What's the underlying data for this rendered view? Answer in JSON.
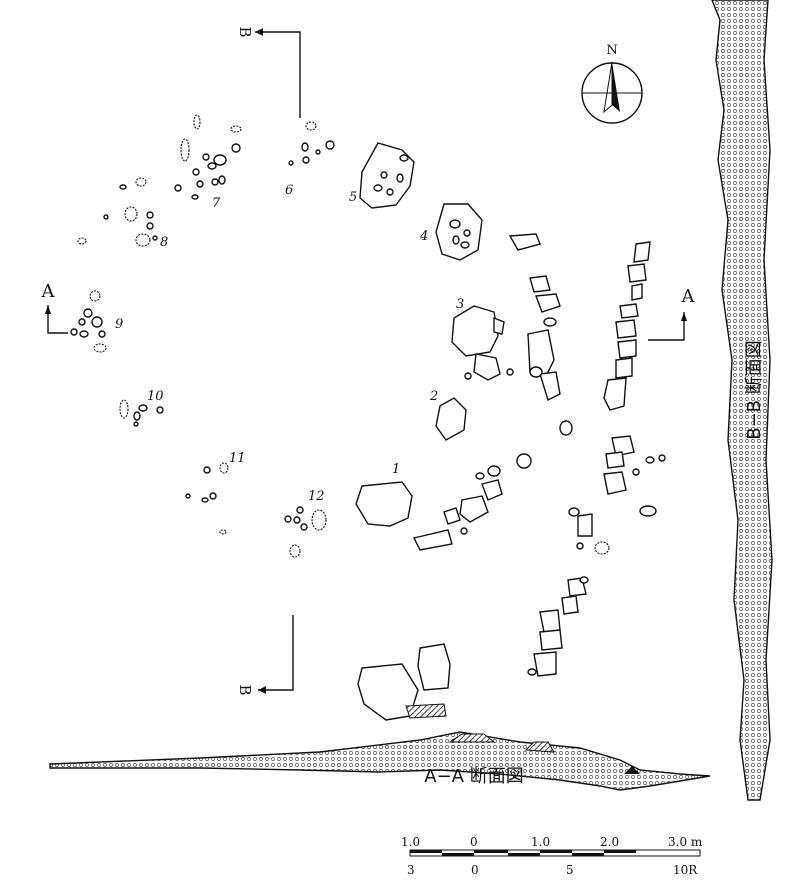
{
  "section_labels": {
    "b_top": "B",
    "b_bottom": "B",
    "a_left": "A",
    "a_right": "A",
    "north": "N"
  },
  "feature_numbers": [
    "1",
    "2",
    "3",
    "4",
    "5",
    "6",
    "7",
    "8",
    "9",
    "10",
    "11",
    "12"
  ],
  "profiles": {
    "aa_caption": "A−A 断面図",
    "bb_caption": "B−B 断面図"
  },
  "scale_bar": {
    "top_labels": [
      "1.0",
      "0",
      "1.0",
      "2.0",
      "3.0 m"
    ],
    "bottom_labels": [
      "3",
      "0",
      "5",
      "10R"
    ]
  },
  "colors": {
    "ink": "#111111",
    "fill_stipple": "#bdbdbd",
    "paper": "#ffffff"
  }
}
